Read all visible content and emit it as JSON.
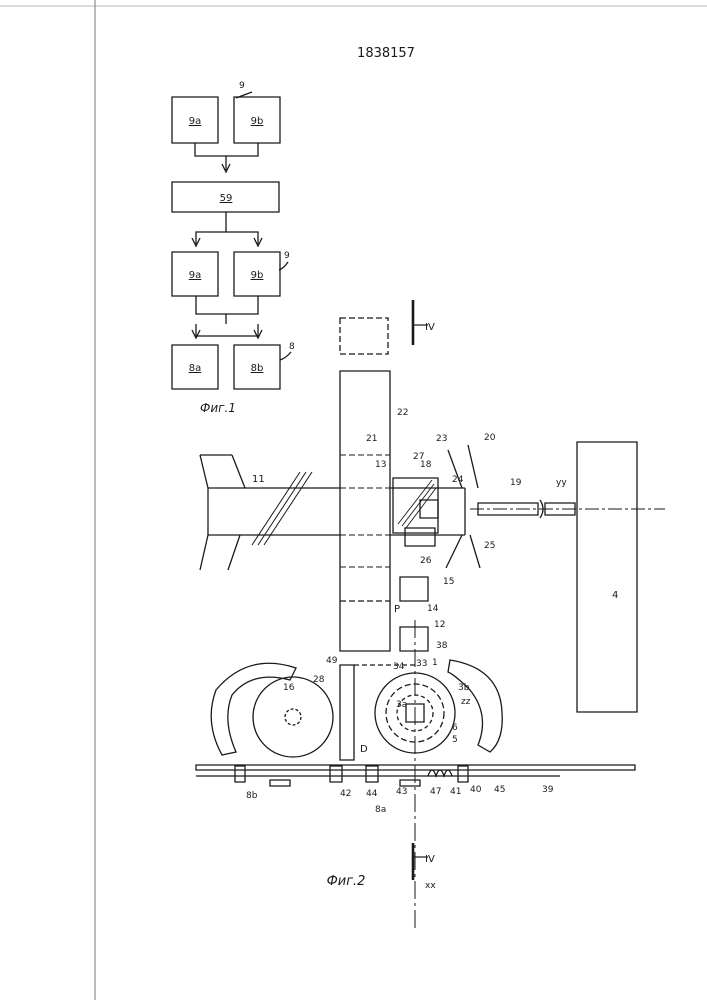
{
  "patent_number": "1838157",
  "fig1": {
    "caption": "Фиг.1",
    "group_label_top": "9",
    "group_label_mid": "9",
    "group_label_bottom": "8",
    "blocks": {
      "top_left": "9a",
      "top_right": "9b",
      "center": "59",
      "mid_left": "9a",
      "mid_right": "9b",
      "bottom_left": "8a",
      "bottom_right": "8b"
    }
  },
  "fig2": {
    "caption": "Фиг.2",
    "section_mark": "IV",
    "axes": {
      "x": "xx",
      "y": "yy",
      "z": "zz"
    },
    "labels": {
      "l1": "1",
      "l3a": "3a",
      "l3b": "3b",
      "l4": "4",
      "l5": "5",
      "l6": "6",
      "l8a": "8a",
      "l8b": "8b",
      "l11": "11",
      "l12": "12",
      "l13": "13",
      "l14": "14",
      "l15": "15",
      "l16": "16",
      "l18": "18",
      "l19": "19",
      "l20": "20",
      "l21": "21",
      "l22": "22",
      "l23": "23",
      "l24": "24",
      "l25": "25",
      "l26": "26",
      "l27": "27",
      "l28": "28",
      "l33": "33",
      "l34": "34",
      "l38": "38",
      "l39": "39",
      "l40": "40",
      "l41": "41",
      "l42": "42",
      "l43": "43",
      "l44": "44",
      "l45": "45",
      "l47": "47",
      "l49": "49",
      "lP": "P",
      "lD": "D"
    }
  }
}
